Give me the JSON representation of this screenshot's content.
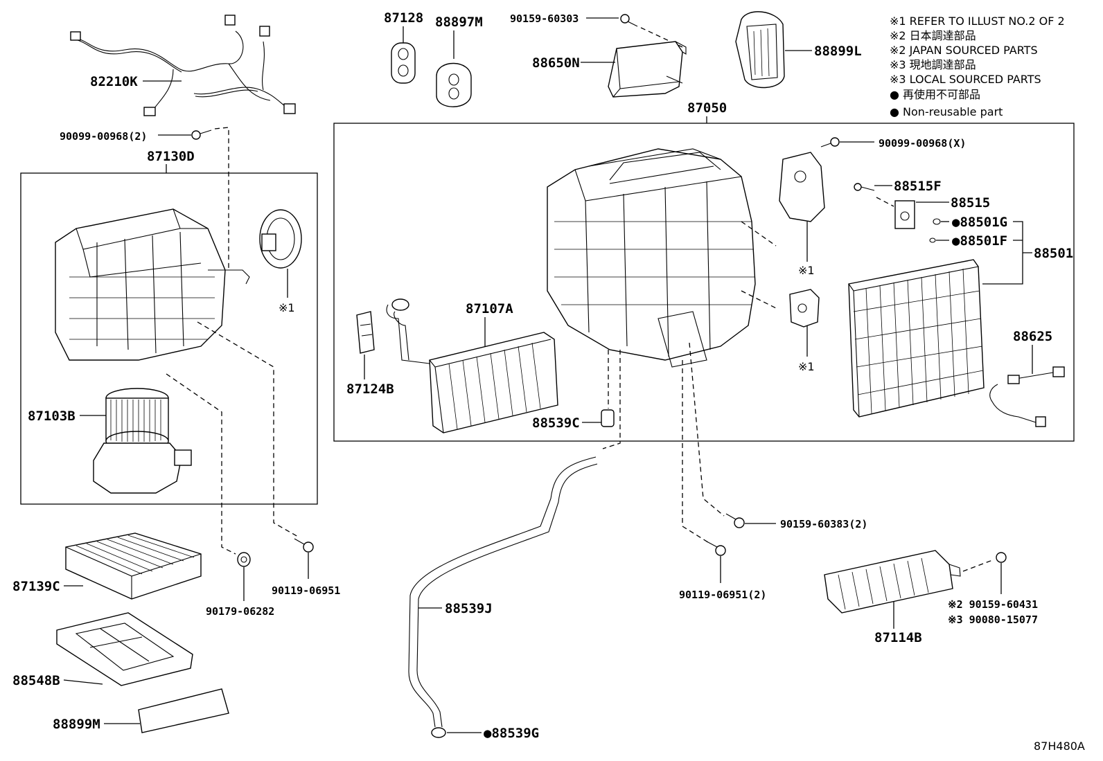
{
  "diagram_code": "87H480A",
  "notes": {
    "n1": "※1 REFER TO ILLUST NO.2 OF 2",
    "n2_jp": "※2 日本調達部品",
    "n2_en": "※2 JAPAN SOURCED PARTS",
    "n3_jp": "※3 現地調達部品",
    "n3_en": "※3 LOCAL SOURCED PARTS",
    "nr_jp": "● 再使用不可部品",
    "nr_en": "● Non-reusable part"
  },
  "ref_marks": {
    "blower_motor_ref": "※1",
    "servo_upper_ref": "※1",
    "servo_lower_ref": "※1"
  },
  "part_labels": {
    "p82210K": "82210K",
    "p90099_00968_2": "90099-00968(2)",
    "p87130D": "87130D",
    "p87103B": "87103B",
    "p87139C": "87139C",
    "p88548B": "88548B",
    "p88899M": "88899M",
    "p90179_06282": "90179-06282",
    "p90119_06951": "90119-06951",
    "p87128": "87128",
    "p88897M": "88897M",
    "p90159_60303": "90159-60303",
    "p88650N": "88650N",
    "p88899L": "88899L",
    "p87050": "87050",
    "p90099_00968_X": "90099-00968(X)",
    "p88515F": "88515F",
    "p88515": "88515",
    "p88501G": "●88501G",
    "p88501F": "●88501F",
    "p88501": "88501",
    "p87107A": "87107A",
    "p87124B": "87124B",
    "p88539C": "88539C",
    "p88625": "88625",
    "p90159_60383_2": "90159-60383(2)",
    "p90119_06951_2": "90119-06951(2)",
    "p88539J": "88539J",
    "p88539G": "●88539G",
    "p87114B": "87114B",
    "p90159_60431": "※2 90159-60431",
    "p90080_15077": "※3 90080-15077"
  }
}
